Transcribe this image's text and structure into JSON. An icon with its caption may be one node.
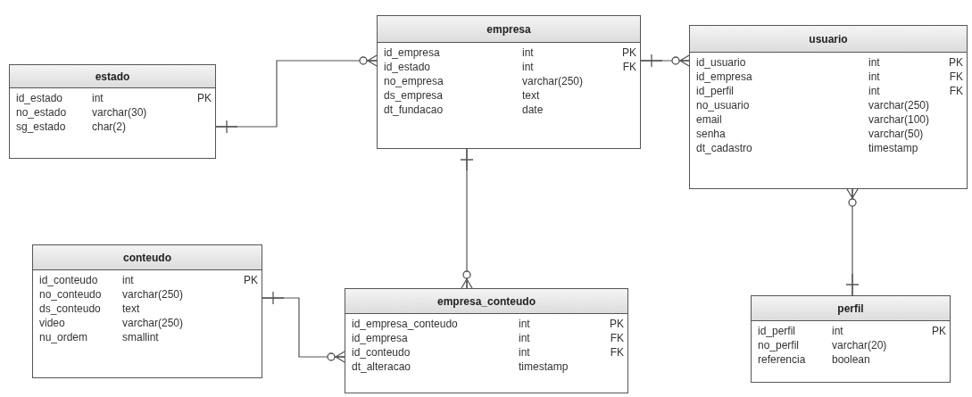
{
  "diagram": {
    "nodes": [
      {
        "text": [
          "estado"
        ]
      },
      {
        "text": [
          "id_estado",
          "int",
          "PK"
        ],
        "in": 0
      },
      {
        "text": [
          "no_estado",
          "varchar(30)"
        ],
        "in": 0
      },
      {
        "text": [
          "sg_estado",
          "char(2)"
        ],
        "in": 0
      },
      {
        "text": [
          "empresa"
        ]
      },
      {
        "text": [
          "id_empresa",
          "int",
          "PK"
        ],
        "in": 4
      },
      {
        "text": [
          "id_estado",
          "int",
          "FK"
        ],
        "in": 4
      },
      {
        "text": [
          "no_empresa",
          "varchar(250)"
        ],
        "in": 4
      },
      {
        "text": [
          "ds_empresa",
          "text"
        ],
        "in": 4
      },
      {
        "text": [
          "dt_fundacao",
          "date"
        ],
        "in": 4
      },
      {
        "text": [
          "usuario"
        ]
      },
      {
        "text": [
          "id_usuario",
          "int",
          "PK"
        ],
        "in": 10
      },
      {
        "text": [
          "id_empresa",
          "int",
          "FK"
        ],
        "in": 10
      },
      {
        "text": [
          "id_perfil",
          "int",
          "FK"
        ],
        "in": 10
      },
      {
        "text": [
          "no_usuario",
          "varchar(250)"
        ],
        "in": 10
      },
      {
        "text": [
          "email",
          "varchar(100)"
        ],
        "in": 10
      },
      {
        "text": [
          "senha",
          "varchar(50)"
        ],
        "in": 10
      },
      {
        "text": [
          "dt_cadastro",
          "timestamp"
        ],
        "in": 10
      },
      {
        "text": [
          "conteudo"
        ]
      },
      {
        "text": [
          "id_conteudo",
          "int",
          "PK"
        ],
        "in": 18
      },
      {
        "text": [
          "no_conteudo",
          "varchar(250)"
        ],
        "in": 18
      },
      {
        "text": [
          "ds_conteudo",
          "text"
        ],
        "in": 18
      },
      {
        "text": [
          "video",
          "varchar(250)"
        ],
        "in": 18
      },
      {
        "text": [
          "nu_ordem",
          "smallint"
        ],
        "in": 18
      },
      {
        "text": [
          "empresa_conteudo"
        ]
      },
      {
        "text": [
          "id_empresa_conteudo",
          "int",
          "PK"
        ],
        "in": 24
      },
      {
        "text": [
          "id_empresa",
          "int",
          "FK"
        ],
        "in": 24
      },
      {
        "text": [
          "id_conteudo",
          "int",
          "FK"
        ],
        "in": 24
      },
      {
        "text": [
          "dt_alteracao",
          "timestamp"
        ],
        "in": 24
      },
      {
        "text": [
          "perfil"
        ]
      },
      {
        "text": [
          "id_perfil",
          "int",
          "PK"
        ],
        "in": 29
      },
      {
        "text": [
          "no_perfil",
          "varchar(20)"
        ],
        "in": 29
      },
      {
        "text": [
          "referencia",
          "boolean"
        ],
        "in": 29
      }
    ],
    "edges": [
      {
        "from": 0,
        "to": 4,
        "arrow": "other"
      },
      {
        "from": 4,
        "to": 10,
        "arrow": "other"
      },
      {
        "from": 4,
        "to": 24,
        "arrow": "other"
      },
      {
        "from": 18,
        "to": 24,
        "arrow": "other"
      },
      {
        "from": 29,
        "to": 10,
        "arrow": "other"
      }
    ]
  }
}
